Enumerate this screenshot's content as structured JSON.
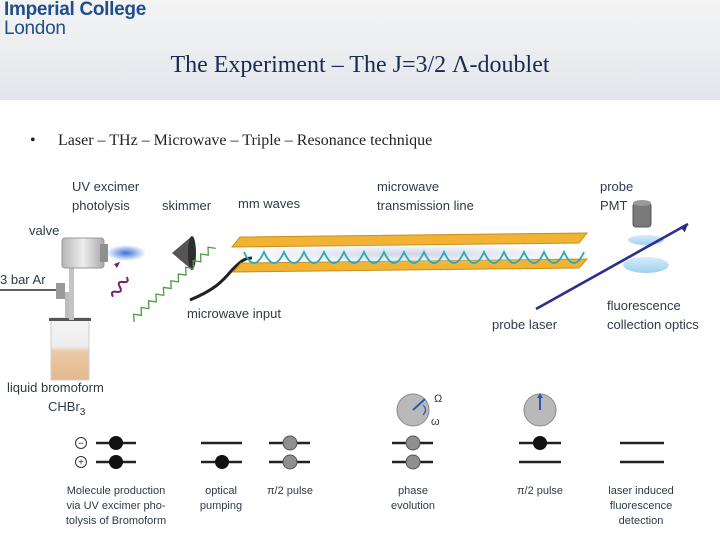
{
  "logo": {
    "line1": "Imperial College",
    "line2": "London"
  },
  "title": "The Experiment – The J=3/2 Λ-doublet",
  "bullet": "Laser – THz – Microwave – Triple – Resonance technique",
  "apparatus_labels": {
    "uv_line1": "UV excimer",
    "uv_line2": "photolysis",
    "skimmer": "skimmer",
    "mm_waves": "mm waves",
    "mw_line1": "microwave",
    "mw_line2": "transmission line",
    "probe_line1": "probe",
    "probe_line2": "PMT",
    "valve": "valve",
    "bar_ar": "3 bar Ar",
    "microwave_input": "microwave input",
    "probe_laser": "probe laser",
    "fluor_line1": "fluorescence",
    "fluor_line2": "collection optics",
    "bromo_line1": "liquid bromoform",
    "bromo_line2": "CHBr",
    "bromo_sub": "3"
  },
  "bloch": {
    "omega_upper": "Ω",
    "omega_lower": "ω"
  },
  "states": {
    "minus": "−",
    "plus": "+"
  },
  "steps": [
    {
      "lines": [
        "Molecule production",
        "via UV excimer pho-",
        "tolysis of Bromoform"
      ]
    },
    {
      "lines": [
        "optical",
        "pumping"
      ]
    },
    {
      "lines": [
        "π/2 pulse"
      ]
    },
    {
      "lines": [
        "phase",
        "evolution"
      ]
    },
    {
      "lines": [
        "π/2 pulse"
      ]
    },
    {
      "lines": [
        "laser induced",
        "fluorescence",
        "detection"
      ]
    }
  ],
  "colors": {
    "brand": "#1f4e8c",
    "rail": "#f2b233",
    "wave": "#2aa7b8",
    "laser": "#2b2f8c",
    "dark": "#222222"
  }
}
